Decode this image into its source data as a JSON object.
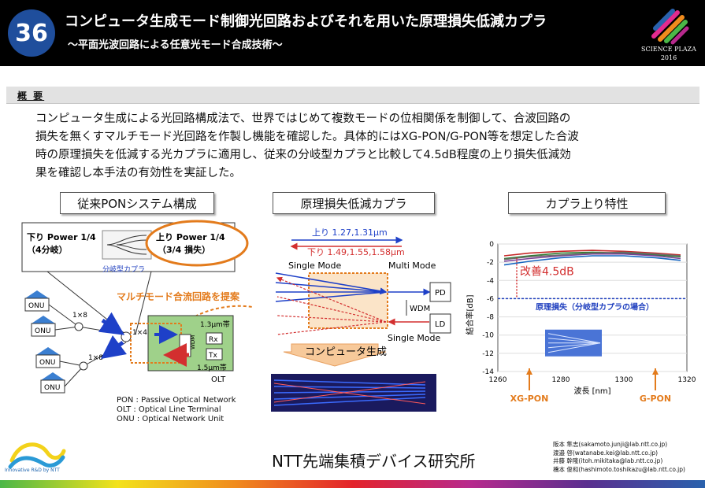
{
  "header": {
    "number": "36",
    "title": "コンピュータ生成モード制御光回路およびそれを用いた原理損失低減カプラ",
    "subtitle": "～平面光波回路による任意光モード合成技術～",
    "logo_line1": "SCIENCE PLAZA",
    "logo_line2": "2016"
  },
  "section": {
    "label": "概 要",
    "abstract_lines": [
      "コンピュータ生成による光回路構成法で、世界ではじめて複数モードの位相関係を制御して、合波回路の",
      "損失を無くすマルチモード光回路を作製し機能を確認した。具体的にはXG-PON/G-PON等を想定した合波",
      "時の原理損失を低減する光カプラに適用し、従来の分岐型カプラと比較して4.5dB程度の上り損失低減効",
      "果を確認し本手法の有効性を実証した。"
    ]
  },
  "panels": {
    "pon_title": "従来PONシステム構成",
    "coupler_title": "原理損失低減カプラ",
    "chart_title": "カプラ上り特性"
  },
  "pon": {
    "down_power_line1": "下り Power 1/4",
    "down_power_line2": "（4分岐）",
    "up_power_line1": "上り Power  1/4",
    "up_power_line2": "（3/4 損失）",
    "branch_label": "分岐型カプラ",
    "proposal": "マルチモード合流回路を提案",
    "onu": "ONU",
    "split8": "1×8",
    "split4": "1×4",
    "wdm": "WDM",
    "rx": "Rx",
    "tx": "Tx",
    "band13": "1.3μm帯",
    "band15": "1.5μm帯",
    "olt": "OLT",
    "defs": [
      "PON : Passive Optical Network",
      "OLT : Optical Line Terminal",
      "ONU : Optical Network Unit"
    ]
  },
  "coupler": {
    "up_label": "上り 1.27,1.31μm",
    "down_label": "下り 1.49,1.55,1.58μm",
    "single_mode_top": "Single Mode",
    "multi_mode": "Multi Mode",
    "pd": "PD",
    "wdm": "WDM",
    "ld": "LD",
    "single_mode_bottom": "Single Mode",
    "computer_gen": "コンピュータ生成"
  },
  "chart_data": {
    "type": "line",
    "xlabel": "波長 [nm]",
    "ylabel": "結合率[dB]",
    "xlim": [
      1260,
      1320
    ],
    "ylim": [
      -14,
      0
    ],
    "xticks": [
      1260,
      1280,
      1300,
      1320
    ],
    "yticks": [
      0,
      -2,
      -4,
      -6,
      -8,
      -10,
      -12,
      -14
    ],
    "series": [
      {
        "name": "",
        "color": "#2e7d32",
        "x": [
          1262,
          1270,
          1280,
          1290,
          1300,
          1310,
          1318
        ],
        "y": [
          -1.6,
          -1.3,
          -1.0,
          -0.9,
          -1.0,
          -1.2,
          -1.4
        ]
      },
      {
        "name": "",
        "color": "#7b3f98",
        "x": [
          1262,
          1270,
          1280,
          1290,
          1300,
          1310,
          1318
        ],
        "y": [
          -1.9,
          -1.6,
          -1.3,
          -1.1,
          -1.1,
          -1.3,
          -1.6
        ]
      },
      {
        "name": "",
        "color": "#c62828",
        "x": [
          1262,
          1270,
          1280,
          1290,
          1300,
          1310,
          1318
        ],
        "y": [
          -1.3,
          -1.0,
          -0.8,
          -0.7,
          -0.8,
          -1.0,
          -1.2
        ]
      },
      {
        "name": "",
        "color": "#1565c0",
        "x": [
          1262,
          1270,
          1280,
          1290,
          1300,
          1310,
          1318
        ],
        "y": [
          -2.3,
          -1.9,
          -1.5,
          -1.3,
          -1.3,
          -1.5,
          -1.8
        ]
      },
      {
        "name": "",
        "color": "#6d6d6d",
        "x": [
          1262,
          1270,
          1280,
          1290,
          1300,
          1310,
          1318
        ],
        "y": [
          -1.7,
          -1.4,
          -1.2,
          -1.0,
          -0.9,
          -1.1,
          -1.3
        ]
      }
    ],
    "reference_line": {
      "y": -6,
      "label": "原理損失（分岐型カプラの場合）",
      "color": "#1f3fbf"
    },
    "improvement": {
      "label": "改善4.5dB",
      "from": -1.5,
      "to": -6,
      "color": "#d32f2f"
    },
    "markers": [
      {
        "x": 1270,
        "label": "XG-PON",
        "color": "#e37b1c"
      },
      {
        "x": 1310,
        "label": "G-PON",
        "color": "#e37b1c"
      }
    ]
  },
  "footer": {
    "innovative": "Innovative R&D by NTT",
    "institute": "NTT先端集積デバイス研究所",
    "contacts": [
      "阪本 隼志(sakamoto.junji@lab.ntt.co.jp)",
      "渡邉 啓(watanabe.kei@lab.ntt.co.jp)",
      "井藤 幹隆(itoh.mikitaka@lab.ntt.co.jp)",
      "橋本 俊和(hashimoto.toshikazu@lab.ntt.co.jp)"
    ]
  }
}
